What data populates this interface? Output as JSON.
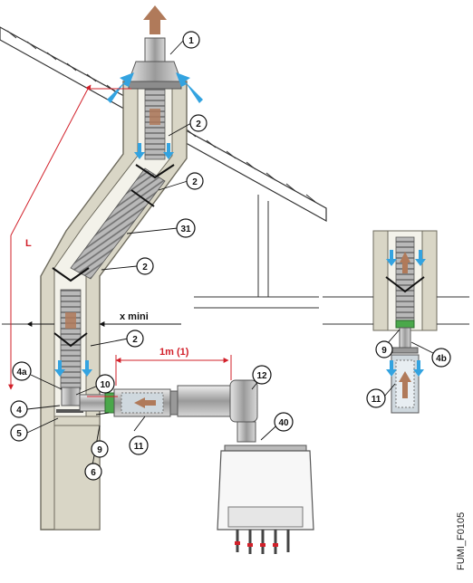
{
  "labels": {
    "L": "L",
    "x_mini": "x mini",
    "one_m": "1m (1)",
    "code": "FUMI_F0105"
  },
  "callouts": [
    {
      "id": "c1",
      "text": "1"
    },
    {
      "id": "c2a",
      "text": "2"
    },
    {
      "id": "c2b",
      "text": "2"
    },
    {
      "id": "c31",
      "text": "31"
    },
    {
      "id": "c2c",
      "text": "2"
    },
    {
      "id": "c2d",
      "text": "2"
    },
    {
      "id": "c4a",
      "text": "4a"
    },
    {
      "id": "c10",
      "text": "10"
    },
    {
      "id": "c4",
      "text": "4"
    },
    {
      "id": "c5",
      "text": "5"
    },
    {
      "id": "c9",
      "text": "9"
    },
    {
      "id": "c6",
      "text": "6"
    },
    {
      "id": "c11",
      "text": "11"
    },
    {
      "id": "c12",
      "text": "12"
    },
    {
      "id": "c40",
      "text": "40"
    },
    {
      "id": "c9b",
      "text": "9"
    },
    {
      "id": "c4b",
      "text": "4b"
    },
    {
      "id": "c11b",
      "text": "11"
    }
  ],
  "colors": {
    "masonry": "#d9d6c6",
    "masonry_edge": "#6e6b5e",
    "flue": "#a8a8a8",
    "air_arrow": "#33a3e0",
    "smoke_arrow": "#b07a5a",
    "dimension": "#d2202a",
    "callout_ring": "#111111"
  }
}
